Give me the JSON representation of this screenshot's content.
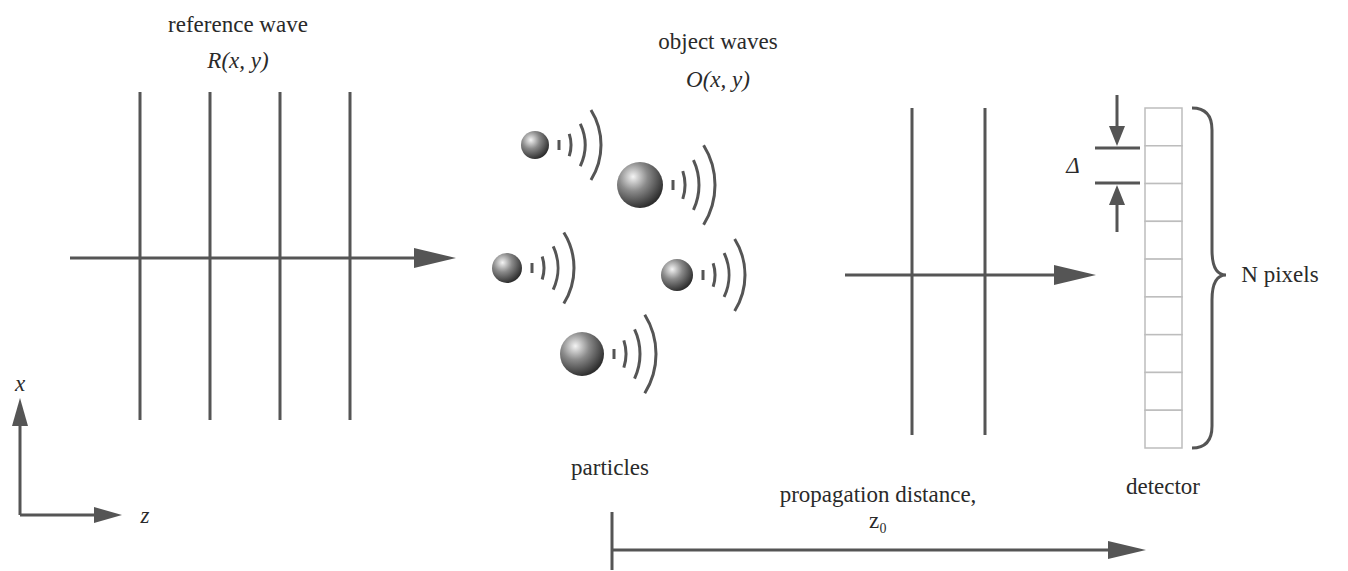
{
  "diagram": {
    "labels": [
      "reference wave",
      "R(x, y)",
      "object waves",
      "O(x, y)",
      "particles",
      "propagation distance, z₀",
      "detector",
      "Δ",
      "N pixels",
      "x",
      "z"
    ]
  }
}
